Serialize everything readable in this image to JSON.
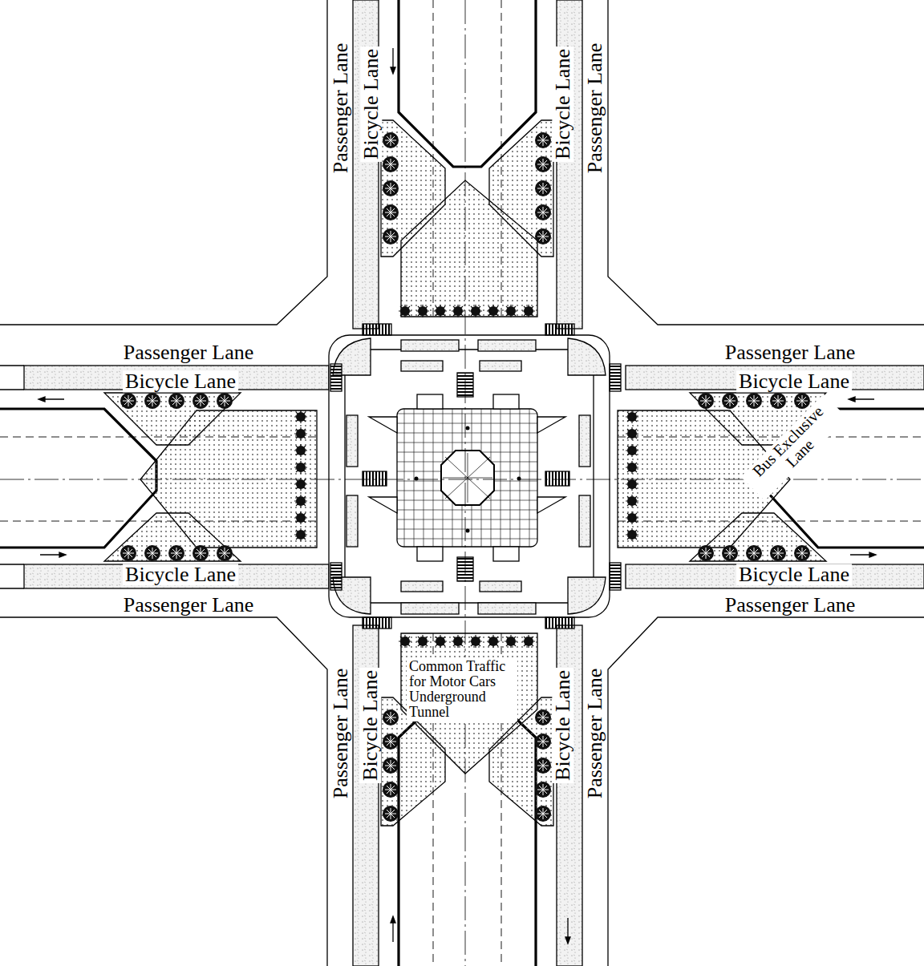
{
  "diagram": {
    "labels": [
      "Passenger Lane",
      "Bicycle Lane",
      "Bicycle Lane",
      "Passenger Lane",
      "Passenger Lane",
      "Passenger Lane",
      "Bicycle Lane",
      "Bicycle Lane",
      "Bus Exclusive Lane",
      "Bicycle Lane",
      "Bicycle Lane",
      "Passenger Lane",
      "Passenger Lane",
      "Passenger Lane",
      "Bicycle Lane",
      "Bicycle Lane",
      "Passenger Lane",
      "Common Traffic for Motor Cars Underground Tunnel"
    ]
  }
}
